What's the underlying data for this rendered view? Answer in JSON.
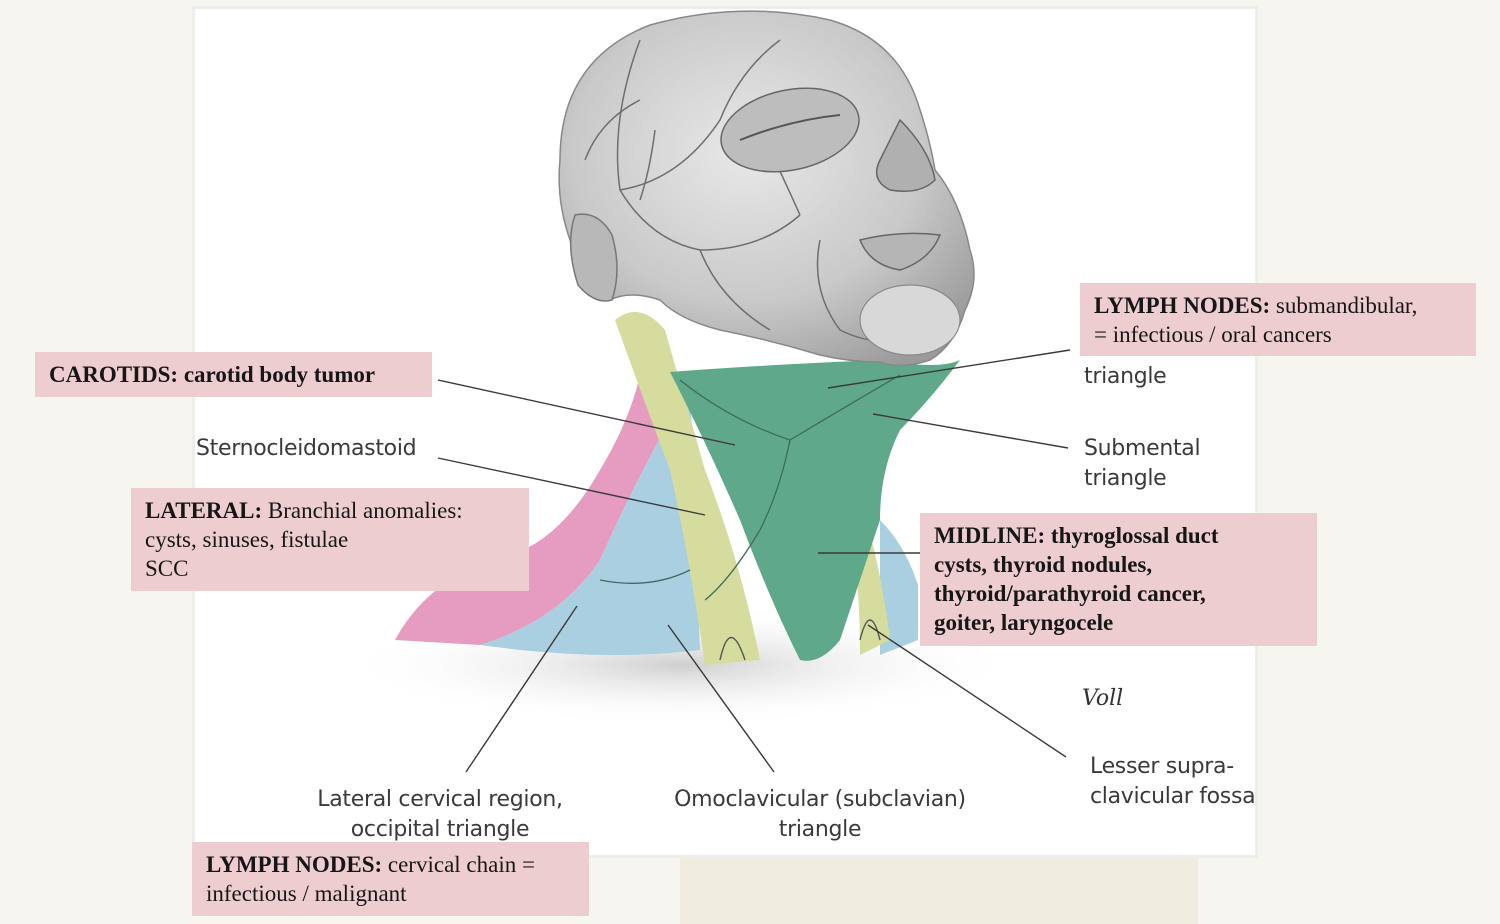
{
  "labels": {
    "sternocleidomastoid": "Sternocleidomastoid",
    "submandibular_triangle": "triangle",
    "submental_1": "Submental",
    "submental_2": "triangle",
    "lateral_cervical_1": "Lateral cervical region,",
    "lateral_cervical_2": "occipital triangle",
    "omoclavicular_1": "Omoclavicular (subclavian)",
    "omoclavicular_2": "triangle",
    "lesser_supra_1": "Lesser supra-",
    "lesser_supra_2": "clavicular fossa",
    "signature": "Voll"
  },
  "notes": {
    "lymph_submandibular": {
      "heading": "LYMPH NODES:",
      "line1": " submandibular,",
      "line2": "= infectious / oral cancers"
    },
    "carotids": {
      "heading": "CAROTIDS:",
      "body": " carotid body tumor"
    },
    "lateral": {
      "heading": "LATERAL:",
      "line1": " Branchial anomalies:",
      "line2": "cysts, sinuses, fistulae",
      "line3": "SCC"
    },
    "midline": {
      "heading": "MIDLINE:",
      "line1": " thyroglossal duct",
      "line2": "cysts, thyroid nodules,",
      "line3": "thyroid/parathyroid cancer,",
      "line4": "goiter, laryngocele"
    },
    "lymph_cervical": {
      "heading": "LYMPH NODES:",
      "line1": " cervical chain =",
      "line2": "infectious / malignant"
    }
  },
  "colors": {
    "anterior_triangle": "#5fa88a",
    "sternocleidomastoid_region": "#d6dc9e",
    "lateral_region": "#a9cfe0",
    "posterior_region": "#e59cc0",
    "skin": "#c9c9c9",
    "note_background": "#eecdd0"
  }
}
